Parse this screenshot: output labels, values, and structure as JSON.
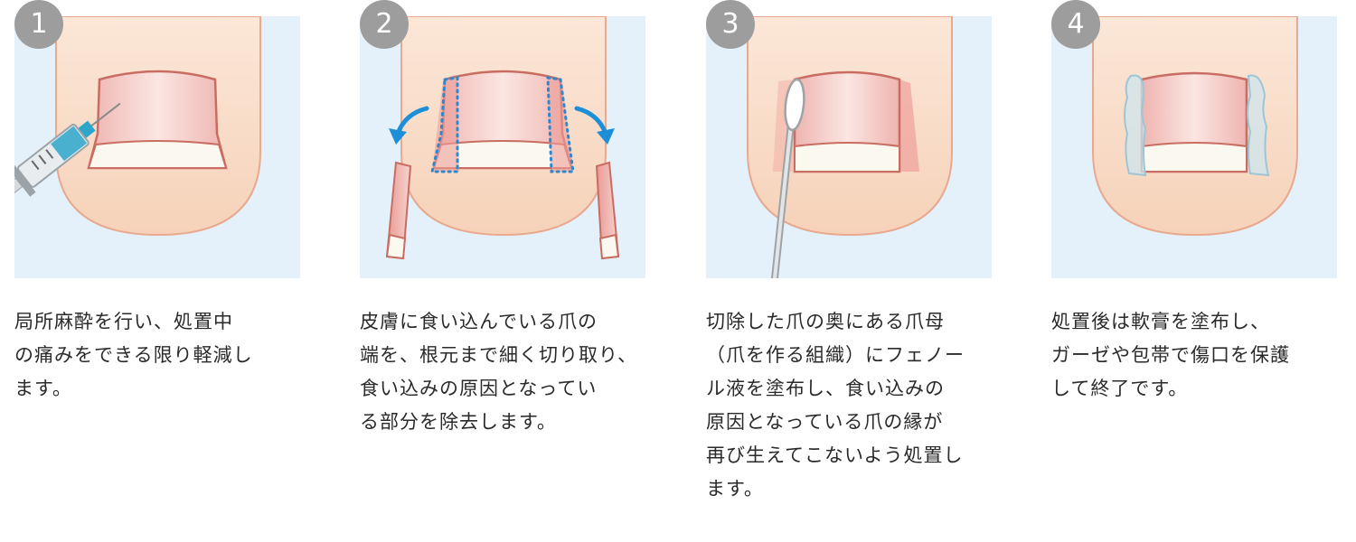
{
  "colors": {
    "panel_bg": "#e4f0fa",
    "skin": "#f8dcc6",
    "skin_outline": "#e8a98e",
    "nail": "#f3c8c4",
    "nail_outline": "#c96d62",
    "nail_tip": "#fbf8f0",
    "badge": "#9d9d9d",
    "arrow": "#1d8fd8",
    "cut_line": "#2d88d0",
    "syringe": "#2da6c9",
    "ointment": "#bcdbe8"
  },
  "steps": [
    {
      "number": "1",
      "icon": "syringe-icon",
      "lines": [
        "局所麻酔を行い、処置中",
        "の痛みをできる限り軽減し",
        "ます。"
      ]
    },
    {
      "number": "2",
      "icon": "cut-arrows-icon",
      "lines": [
        "皮膚に食い込んでいる爪の",
        "端を、根元まで細く切り取り、",
        "食い込みの原因となってい",
        "る部分を除去します。"
      ]
    },
    {
      "number": "3",
      "icon": "cotton-swab-icon",
      "lines": [
        "切除した爪の奥にある爪母",
        "（爪を作る組織）にフェノー",
        "ル液を塗布し、食い込みの",
        "原因となっている爪の縁が",
        "再び生えてこないよう処置し",
        "ます。"
      ]
    },
    {
      "number": "4",
      "icon": "ointment-icon",
      "lines": [
        "処置後は軟膏を塗布し、",
        "ガーゼや包帯で傷口を保護",
        "して終了です。"
      ]
    }
  ]
}
